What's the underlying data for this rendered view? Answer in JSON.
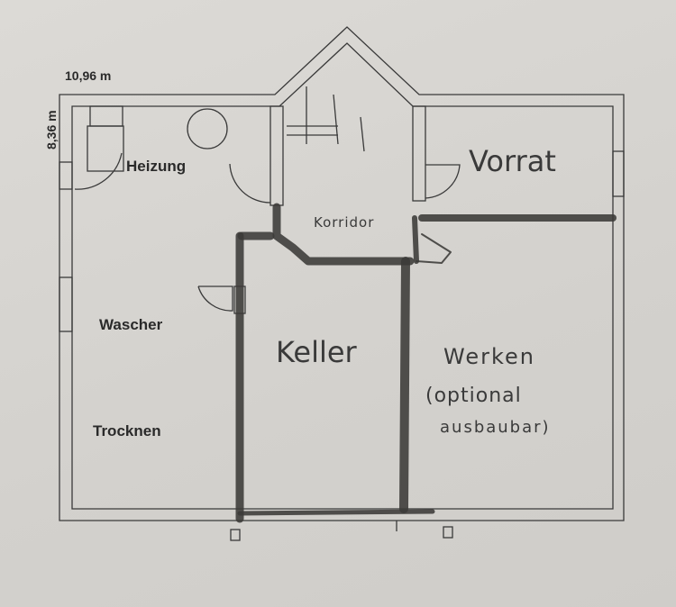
{
  "dimensions": {
    "width_label": "10,96 m",
    "height_label": "8,36 m"
  },
  "printed_rooms": {
    "heizung": "Heizung",
    "wascher": "Wascher",
    "trocknen": "Trocknen"
  },
  "handwritten_rooms": {
    "vorrat": "Vorrat",
    "korridor": "Korridor",
    "keller": "Keller",
    "werken": "Werken",
    "werken_note_1": "(optional",
    "werken_note_2": "ausbaubar)"
  }
}
